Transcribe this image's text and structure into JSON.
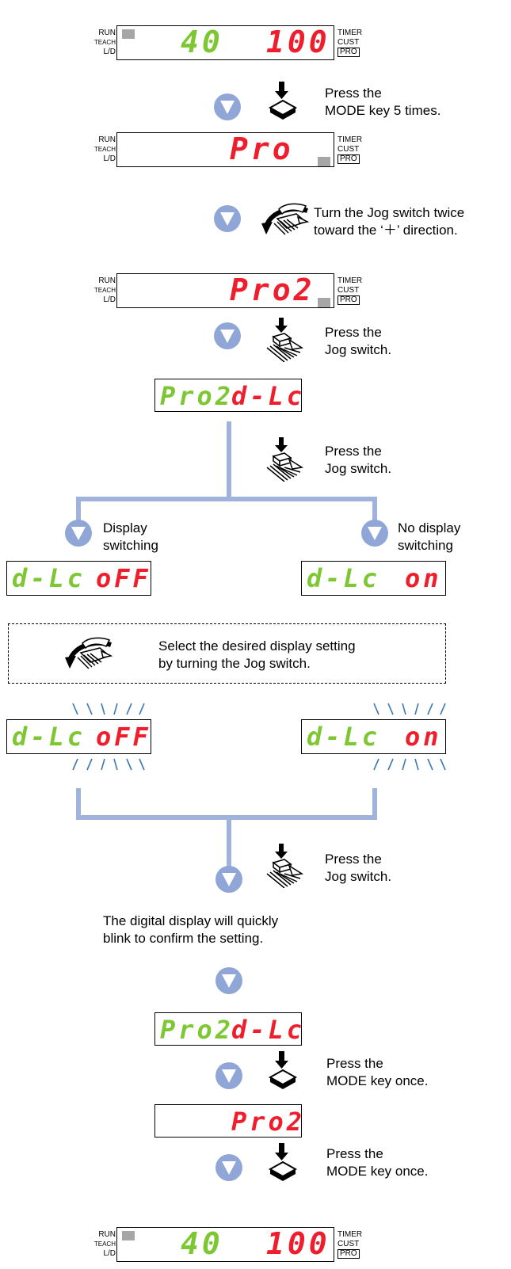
{
  "indicators": {
    "left": [
      "RUN",
      "TEACH",
      "L/D"
    ],
    "right": [
      "TIMER",
      "CUST",
      "PRO"
    ]
  },
  "displays": {
    "initial": {
      "green": "40",
      "red": "100"
    },
    "pro": {
      "red": "Pro"
    },
    "pro2": {
      "red": "Pro2"
    },
    "pro2_dlc": {
      "green": "Pro2",
      "red": "d-Lc"
    },
    "dlc_off": {
      "green": "d-Lc",
      "red": "oFF"
    },
    "dlc_on": {
      "green": "d-Lc",
      "red": "on"
    },
    "final": {
      "green": "40",
      "red": "100"
    }
  },
  "steps": {
    "mode5": "Press the\nMODE key 5 times.",
    "jog_twice": "Turn the Jog switch twice\ntoward the ‘＋’ direction.",
    "press_jog1": "Press the\nJog switch.",
    "press_jog2": "Press the\nJog switch.",
    "display_switching": "Display\nswitching",
    "no_display_switching": "No display\nswitching",
    "select": "Select the desired display setting\nby turning the Jog switch.",
    "press_jog3": "Press the\nJog switch.",
    "blink_note": "The digital display will quickly\nblink to confirm the setting.",
    "mode_once1": "Press the\nMODE key once.",
    "mode_once2": "Press the\nMODE key once."
  },
  "colors": {
    "green_digits": "#7dc832",
    "red_digits": "#f01e2d",
    "arrow_circle": "#8fa6d6",
    "flow_line": "#9fb3dc",
    "indicator_square": "#a6a6a6",
    "blink_rays": "#3c78b4"
  },
  "icons": [
    "down-arrow-circle-icon",
    "mode-key-press-icon",
    "jog-switch-turn-icon",
    "jog-switch-press-icon"
  ]
}
